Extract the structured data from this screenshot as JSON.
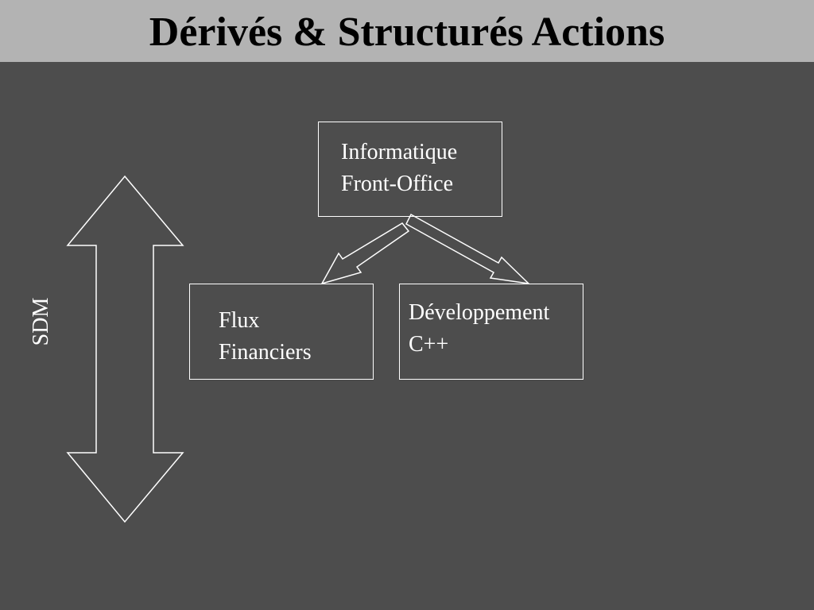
{
  "slide": {
    "title": "Dérivés & Structurés Actions"
  },
  "diagram": {
    "top_box": {
      "lines": [
        "Informatique",
        "Front-Office"
      ]
    },
    "left_box": {
      "lines": [
        "Flux",
        "Financiers"
      ]
    },
    "right_box": {
      "lines": [
        "Développement",
        "C++"
      ]
    },
    "side_label": "SDM"
  },
  "colors": {
    "background": "#4d4d4d",
    "title_bar": "#b3b3b3",
    "title_text": "#000000",
    "outline": "#ffffff"
  }
}
